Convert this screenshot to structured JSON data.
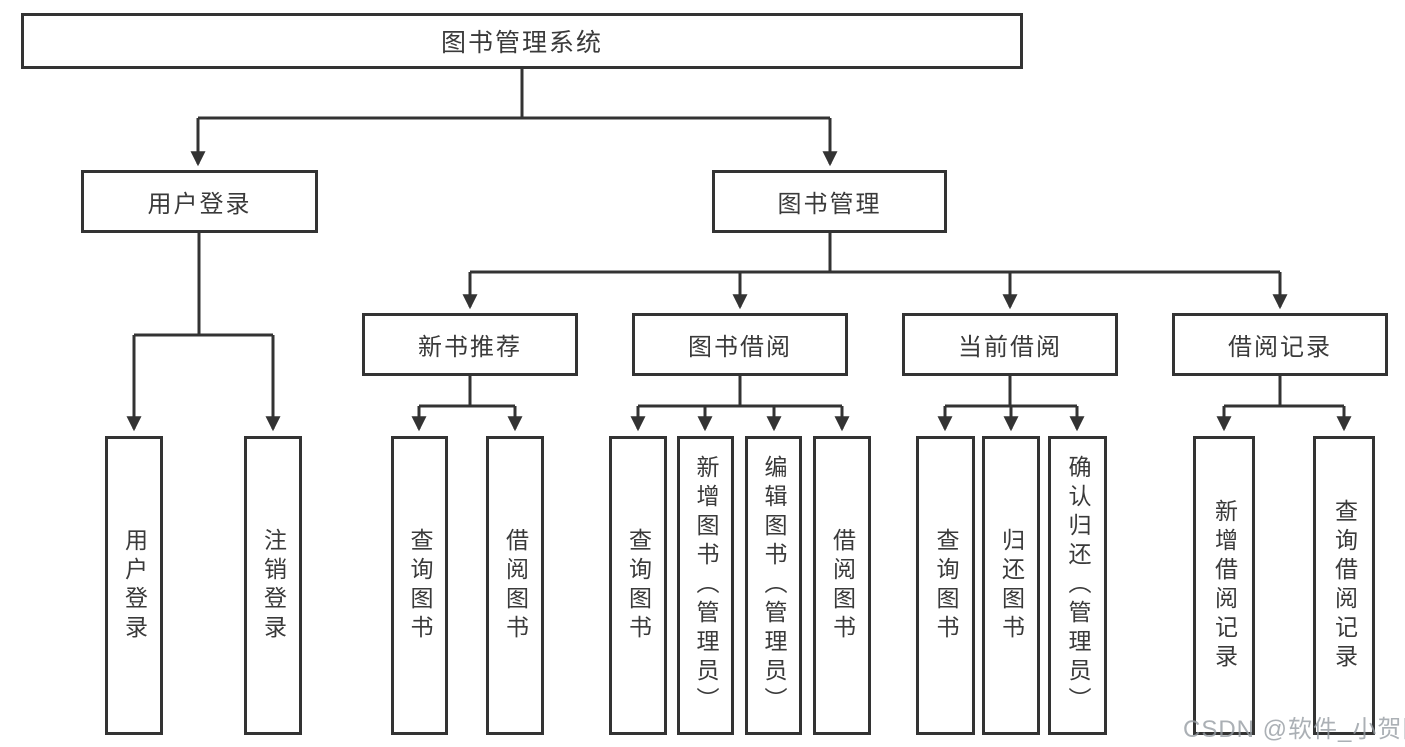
{
  "tree": {
    "root": {
      "label": "图书管理系统",
      "children": [
        {
          "label": "用户登录",
          "children": [
            {
              "label": "用户登录"
            },
            {
              "label": "注销登录"
            }
          ]
        },
        {
          "label": "图书管理",
          "children": [
            {
              "label": "新书推荐",
              "children": [
                {
                  "label": "查询图书"
                },
                {
                  "label": "借阅图书"
                }
              ]
            },
            {
              "label": "图书借阅",
              "children": [
                {
                  "label": "查询图书"
                },
                {
                  "label": "新增图书（管理员）"
                },
                {
                  "label": "编辑图书（管理员）"
                },
                {
                  "label": "借阅图书"
                }
              ]
            },
            {
              "label": "当前借阅",
              "children": [
                {
                  "label": "查询图书"
                },
                {
                  "label": "归还图书"
                },
                {
                  "label": "确认归还（管理员）"
                }
              ]
            },
            {
              "label": "借阅记录",
              "children": [
                {
                  "label": "新增借阅记录"
                },
                {
                  "label": "查询借阅记录"
                }
              ]
            }
          ]
        }
      ]
    }
  },
  "watermark": {
    "text": "CSDN @软件_小贺同学"
  },
  "colors": {
    "line": "#333333",
    "text": "#3a3a3a",
    "watermark": "#9aa0a6",
    "background": "#ffffff"
  }
}
